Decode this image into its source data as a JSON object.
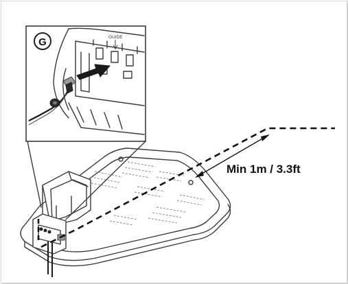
{
  "callout": {
    "letter": "G",
    "slot_label": "GUIDE"
  },
  "measurement": {
    "label": "Min 1m / 3.3ft"
  },
  "colors": {
    "line": "#3a3a3a",
    "wire": "#1a1a1a",
    "background": "#ffffff"
  },
  "icons": {
    "arrow": "arrow-right-icon",
    "double_arrow": "double-arrow-icon"
  }
}
